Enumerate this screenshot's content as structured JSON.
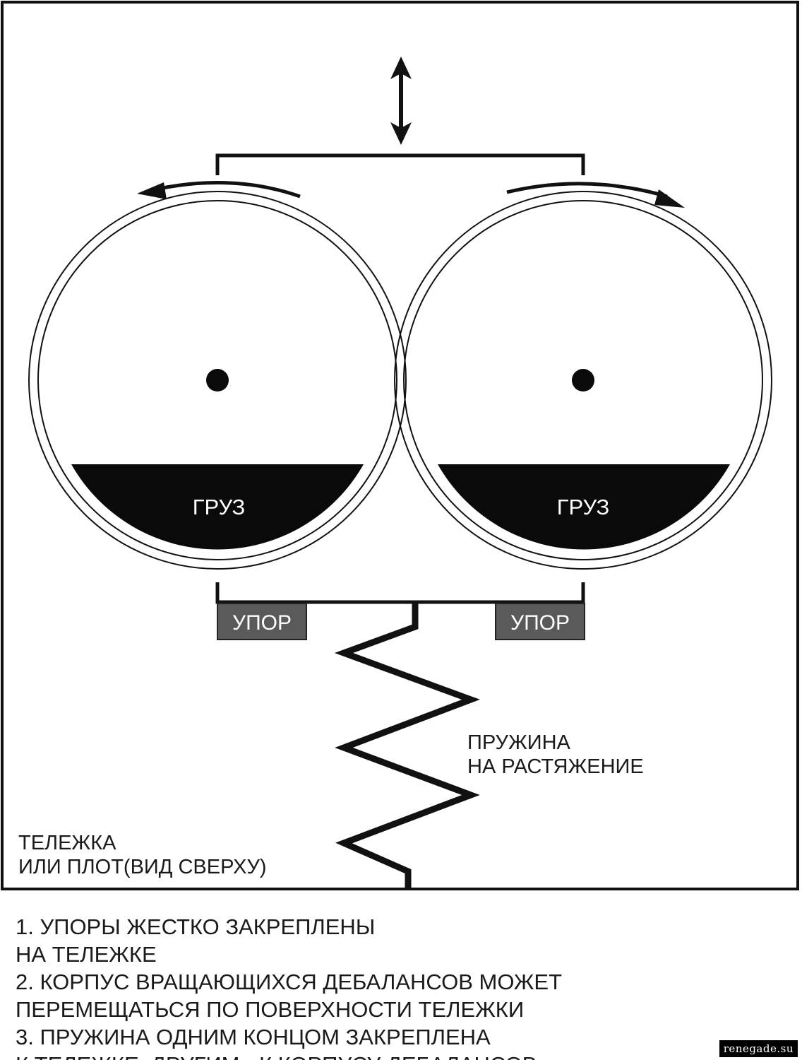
{
  "labels": {
    "weight_left": "ГРУЗ",
    "weight_right": "ГРУЗ",
    "stop_left": "УПОР",
    "stop_right": "УПОР",
    "spring": [
      "ПРУЖИНА",
      "НА РАСТЯЖЕНИЕ"
    ],
    "cart": [
      "ТЕЛЕЖКА",
      "ИЛИ ПЛОТ(ВИД СВЕРХУ)"
    ]
  },
  "notes": [
    "1. УПОРЫ ЖЕСТКО ЗАКРЕПЛЕНЫ",
    "НА ТЕЛЕЖКЕ",
    "2. КОРПУС ВРАЩАЮЩИХСЯ ДЕБАЛАНСОВ МОЖЕТ",
    "ПЕРЕМЕЩАТЬСЯ ПО ПОВЕРХНОСТИ ТЕЛЕЖКИ",
    "3. ПРУЖИНА ОДНИМ КОНЦОМ ЗАКРЕПЛЕНА",
    "К ТЕЛЕЖКЕ, ДРУГИМ - К КОРПУСУ ДЕБАЛАНСОВ"
  ],
  "watermark": "renegade.su",
  "colors": {
    "line": "#111111",
    "weight_fill": "#0a0a0a",
    "stop_fill": "#5a5a5a",
    "label_light": "#ffffff"
  }
}
